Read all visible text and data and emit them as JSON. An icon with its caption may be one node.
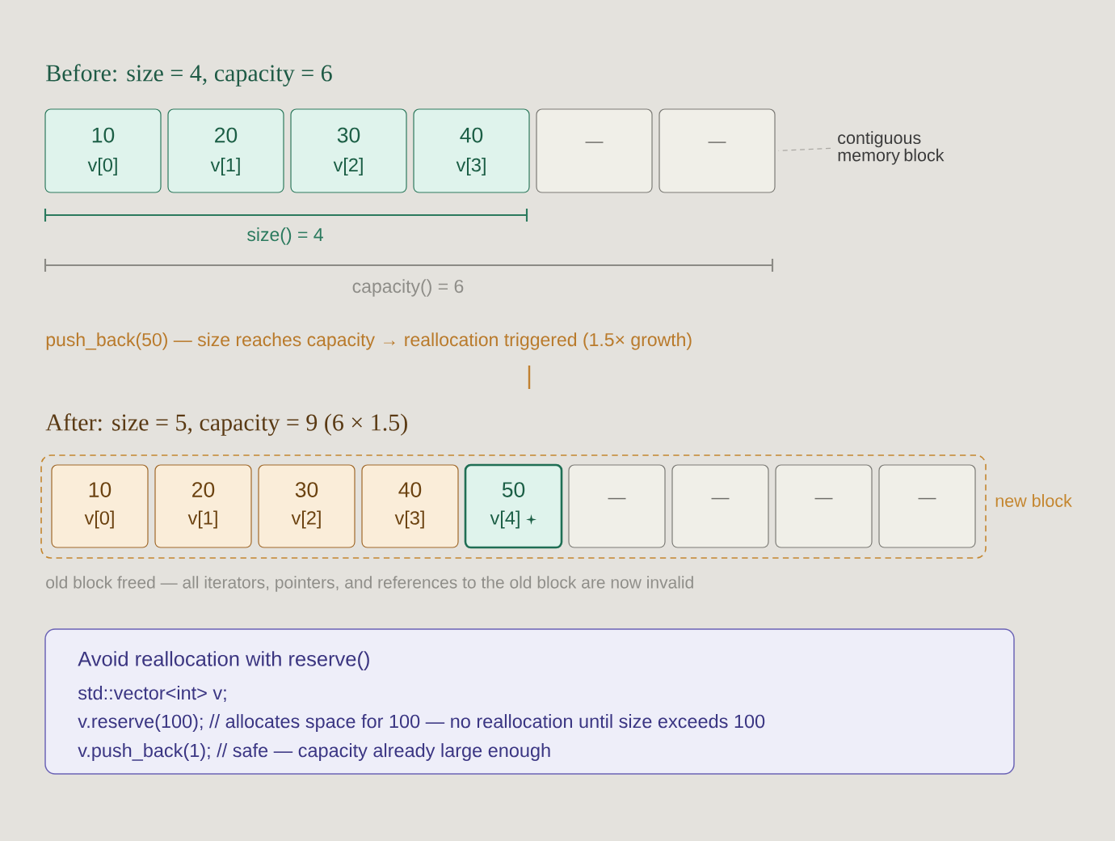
{
  "diagram": {
    "nodes": [
      {
        "text": [
          "10",
          "v[0]"
        ]
      },
      {
        "text": [
          "20",
          "v[1]"
        ]
      },
      {
        "text": [
          "30",
          "v[2]"
        ]
      },
      {
        "text": [
          "40",
          "v[3]"
        ]
      },
      {
        "text": [
          "—"
        ]
      },
      {
        "text": [
          "—"
        ]
      },
      {
        "text": [
          "contiguous memory block"
        ]
      },
      {
        "text": [],
        "shape": "box",
        "beside": [
          "new block"
        ]
      },
      {
        "text": [
          "10",
          "v[0]"
        ],
        "in": 7
      },
      {
        "text": [
          "20",
          "v[1]"
        ],
        "in": 7
      },
      {
        "text": [
          "30",
          "v[2]"
        ],
        "in": 7
      },
      {
        "text": [
          "40",
          "v[3]"
        ],
        "in": 7
      },
      {
        "text": [
          "50",
          "v[4]"
        ],
        "in": 7
      },
      {
        "text": [
          "—"
        ],
        "in": 7
      },
      {
        "text": [
          "—"
        ],
        "in": 7
      },
      {
        "text": [
          "—"
        ],
        "in": 7
      },
      {
        "text": [
          "—"
        ],
        "in": 7
      },
      {
        "text": [
          "Avoid reallocation with reserve()",
          "std::vector<int> v;",
          "v.reserve(100); // allocates space for 100 — no reallocation until size exceeds 100",
          "v.push_back(1); // safe — capacity already large enough"
        ]
      }
    ],
    "edges": [
      {
        "from": 6,
        "to": 5,
        "arrow": "none",
        "style": "dashed"
      }
    ],
    "labels": [
      "Before: size = 4, capacity = 6",
      "size() = 4",
      "capacity() = 6",
      "push_back(50) — size reaches capacity → reallocation triggered (1.5× growth)",
      "After: size = 5, capacity = 9 (6 × 1.5)",
      "old block freed — all iterators, pointers, and references to the old block are now invalid"
    ]
  }
}
